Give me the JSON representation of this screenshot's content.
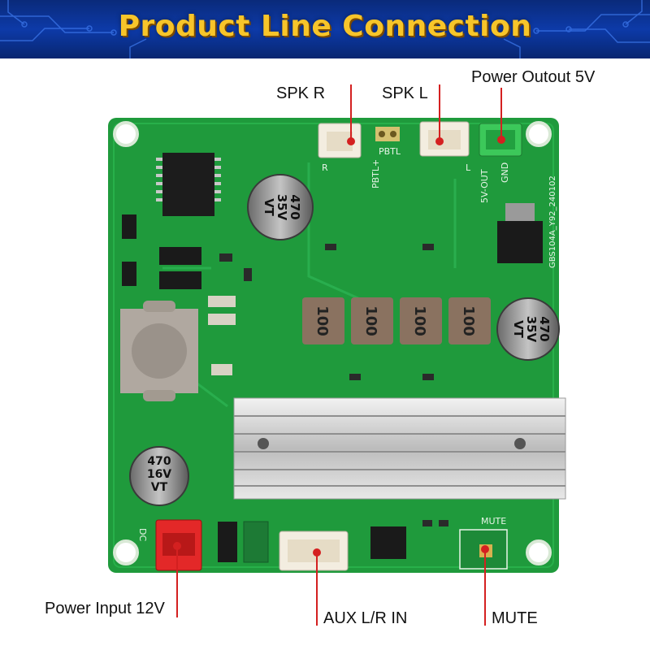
{
  "banner": {
    "title": "Product Line Connection"
  },
  "labels": {
    "spk_r": "SPK R",
    "spk_l": "SPK L",
    "power_output": "Power Outout 5V",
    "power_input": "Power Input 12V",
    "aux_in": "AUX L/R IN",
    "mute": "MUTE"
  },
  "board": {
    "silkscreen_id": "GBS104A_Y92_240102",
    "cap_large_1": [
      "470",
      "35V",
      "VT"
    ],
    "cap_large_2": [
      "470",
      "35V",
      "VT"
    ],
    "cap_small": [
      "470",
      "16V",
      "VT"
    ],
    "inductor_value": "100",
    "pbtl_label": "PBTL",
    "pbtl_plus": "PBTL+",
    "vout_label": "5V-OUT",
    "gnd_label": "GND",
    "mute_silk": "MUTE",
    "dc_silk": "DC",
    "spk_r_silk": "R",
    "spk_l_silk": "L"
  },
  "colors": {
    "banner": "#0d3aa8",
    "title_text": "#f7c52a",
    "pcb": "#1f9a3c",
    "callout_line": "#d42020"
  }
}
